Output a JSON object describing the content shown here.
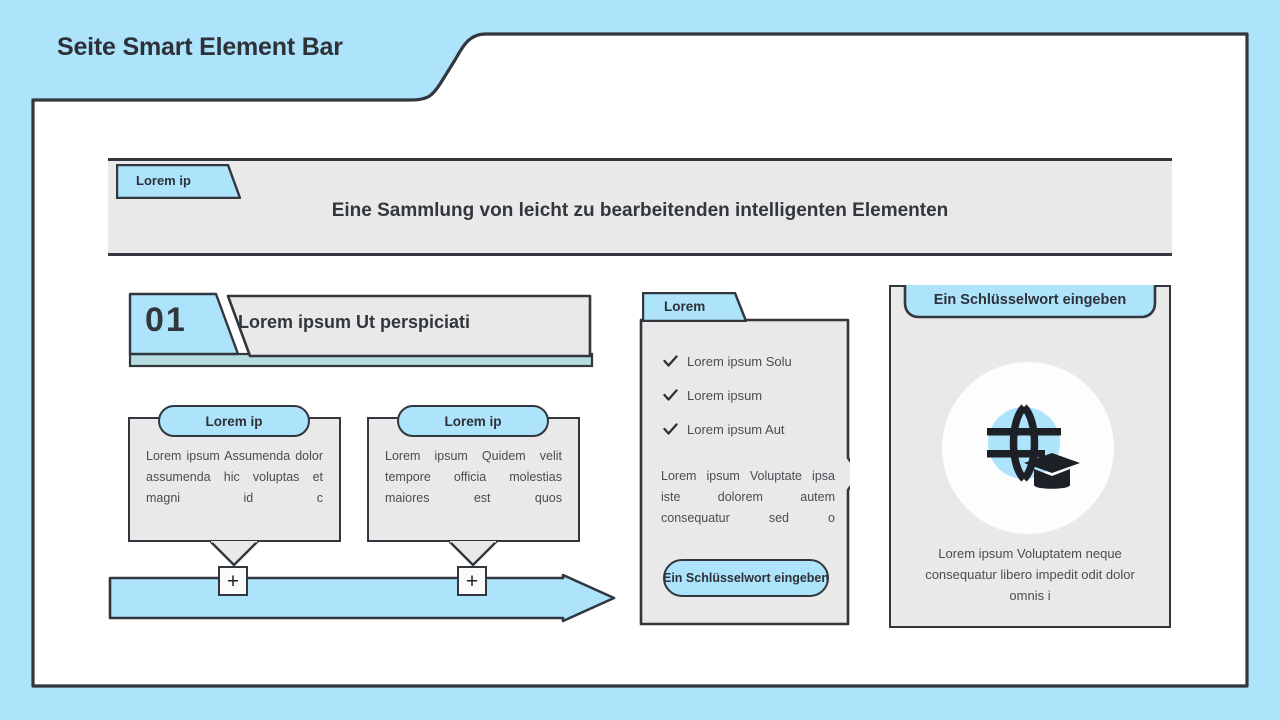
{
  "page": {
    "title": "Seite Smart Element Bar",
    "background_color": "#ade3fb",
    "card_color": "#e9e9e9",
    "accent_color": "#ade3fb",
    "ink_color": "#32363d"
  },
  "banner": {
    "tab_label": "Lorem ip",
    "headline": "Eine Sammlung von leicht zu bearbeitenden intelligenten Elementen"
  },
  "number_card": {
    "number": "01",
    "title": "Lorem ipsum Ut perspiciati"
  },
  "bubbles": [
    {
      "pill_label": "Lorem ip",
      "body": "Lorem ipsum Assumenda dolor assumenda hic voluptas et magni id c"
    },
    {
      "pill_label": "Lorem ip",
      "body": "Lorem ipsum Quidem velit tempore officia molestias maiores est quos"
    }
  ],
  "arrow_bar": {
    "plus_label": "+",
    "plus_label_2": "+"
  },
  "check_panel": {
    "tab_label": "Lorem",
    "items": [
      "Lorem ipsum Solu",
      "Lorem ipsum",
      "Lorem ipsum Aut"
    ],
    "paragraph": "Lorem ipsum Voluptate ipsa iste dolorem autem consequatur sed o",
    "button_label": "Ein Schlüsselwort eingeben",
    "check_icon": "check-icon"
  },
  "icon_panel": {
    "banner_label": "Ein Schlüsselwort eingeben",
    "icon_name": "globe-graduation-cap-icon",
    "body_text": "Lorem ipsum Voluptatem neque consequatur libero impedit odit dolor omnis i"
  }
}
